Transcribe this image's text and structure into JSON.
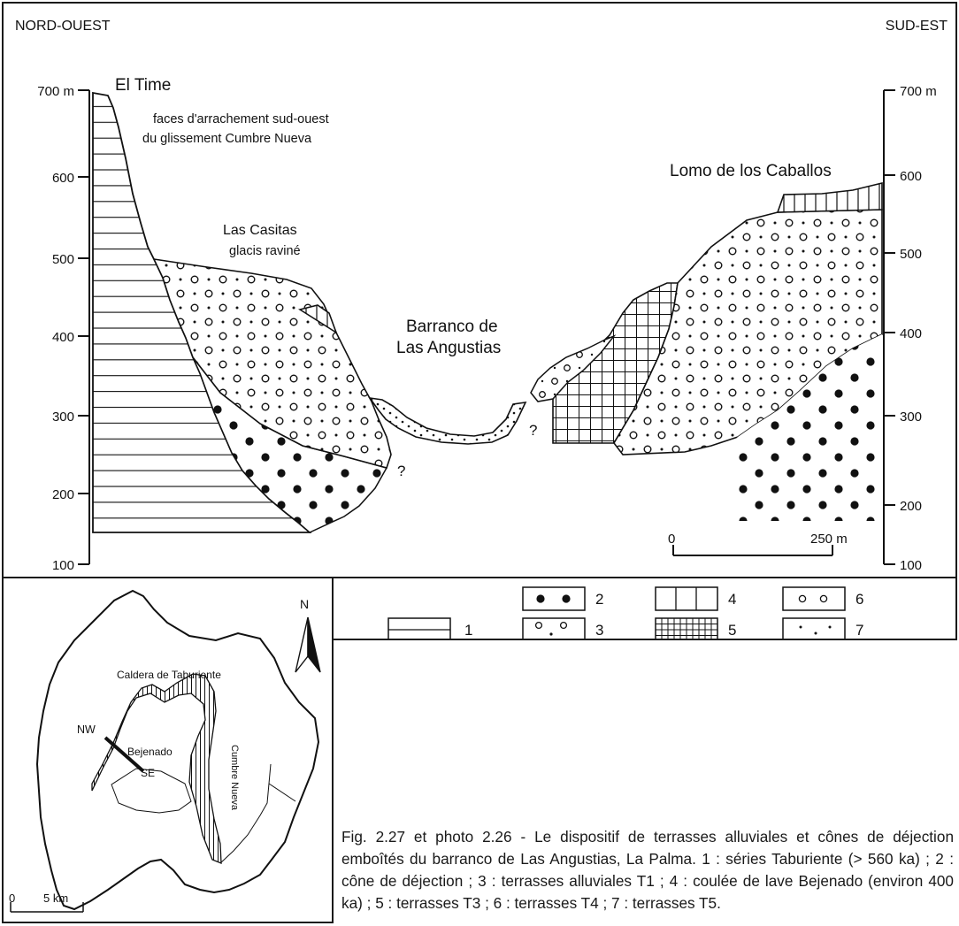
{
  "section": {
    "orientation_left": "NORD-OUEST",
    "orientation_right": "SUD-EST",
    "left_axis": [
      "700 m",
      "600",
      "500",
      "400",
      "300",
      "200",
      "100"
    ],
    "right_axis": [
      "700 m",
      "600",
      "500",
      "400",
      "300",
      "200",
      "100"
    ],
    "labels": {
      "el_time": "El Time",
      "faces_line1": "faces d'arrachement sud-ouest",
      "faces_line2": "du glissement Cumbre Nueva",
      "las_casitas": "Las Casitas",
      "glacis": "glacis raviné",
      "barranco_line1": "Barranco de",
      "barranco_line2": "Las Angustias",
      "lomo": "Lomo de los Caballos",
      "question": "?"
    },
    "scale": {
      "start": "0",
      "end": "250 m"
    }
  },
  "legend": {
    "items": [
      {
        "num": "1",
        "pattern": "horizontal-lines"
      },
      {
        "num": "2",
        "pattern": "black-dots"
      },
      {
        "num": "3",
        "pattern": "circles-and-dots"
      },
      {
        "num": "4",
        "pattern": "vertical-lines"
      },
      {
        "num": "5",
        "pattern": "grid"
      },
      {
        "num": "6",
        "pattern": "small-circles"
      },
      {
        "num": "7",
        "pattern": "fine-dots"
      }
    ]
  },
  "map": {
    "north": "N",
    "caldera": "Caldera de Taburiente",
    "nw": "NW",
    "se": "SE",
    "bejenado": "Bejenado",
    "cumbre": "Cumbre Nueva",
    "scale_start": "0",
    "scale_end": "5 km"
  },
  "caption": "Fig. 2.27 et photo 2.26 - Le dispositif de terrasses alluviales et cônes de déjection emboîtés du barranco de Las Angustias, La Palma. 1 : séries Taburiente (> 560 ka) ; 2 : cône de déjection ; 3 : terrasses alluviales T1 ; 4 : coulée de lave Bejenado (environ 400 ka) ; 5 : terrasses T3 ; 6 : terrasses T4 ; 7 : terrasses T5."
}
